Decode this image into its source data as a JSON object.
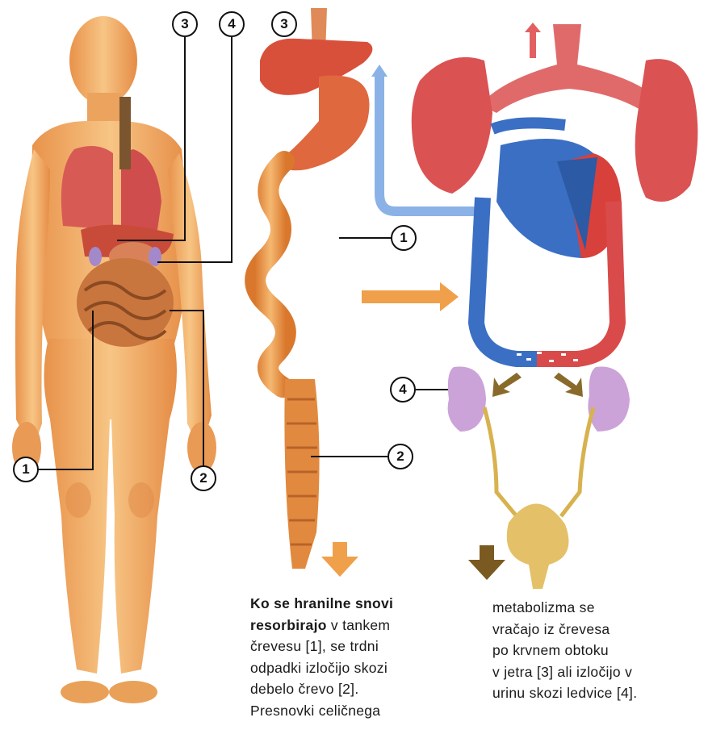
{
  "callouts": {
    "body_3": "3",
    "body_4": "4",
    "body_1": "1",
    "body_2": "2",
    "liver_3": "3",
    "small_intestine_1": "1",
    "large_intestine_2": "2",
    "kidney_4": "4"
  },
  "caption_left": {
    "bold_1": "Ko se hranilne snovi",
    "bold_2": "resorbirajo",
    "line_2_rest": " v tankem",
    "line_3": "črevesu [1], se trdni",
    "line_4": "odpadki izločijo skozi",
    "line_5": "debelo črevo [2].",
    "line_6": "Presnovki celičnega"
  },
  "caption_right": {
    "line_1": "metabolizma se",
    "line_2": "vračajo iz črevesa",
    "line_3": "po krvnem obtoku",
    "line_4": "v jetra [3] ali izločijo v",
    "line_5": "urinu skozi ledvice [4]."
  },
  "colors": {
    "skin": "#f4b36a",
    "organ_red": "#d84a45",
    "blood_blue": "#3a78c8",
    "intestine": "#e89a4a",
    "kidney": "#c9a3d6",
    "bladder": "#e2c06a",
    "arrow_orange": "#f0a04a",
    "arrow_olive": "#8a6a2a"
  }
}
